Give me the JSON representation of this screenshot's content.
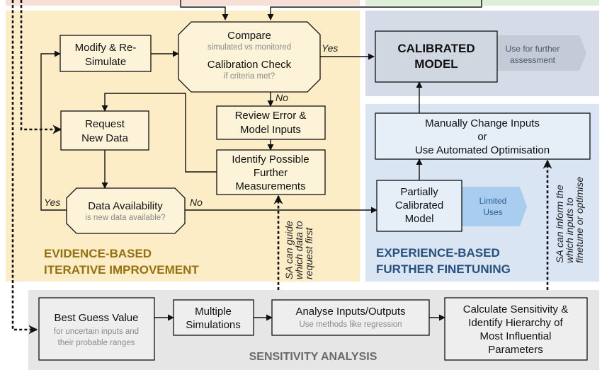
{
  "colors": {
    "evidence_region": "#fcedc6",
    "calibrated_region": "#d5dce7",
    "experience_region": "#d9e5f3",
    "sensitivity_region": "#e6e6e6",
    "box_yellow": "#fdf3d9",
    "box_blue": "#e6eef8",
    "box_gray": "#eeeeee",
    "calibrated_box": "#d1d7e1",
    "evidence_title": "#94700e",
    "experience_title": "#27507d",
    "sensitivity_title": "#6a6a6a",
    "chevron_gray": "#c4cbd6",
    "chevron_blue": "#a9cdee"
  },
  "regions": {
    "evidence": {
      "title_line1": "EVIDENCE-BASED",
      "title_line2": "ITERATIVE IMPROVEMENT"
    },
    "experience": {
      "title_line1": "EXPERIENCE-BASED",
      "title_line2": "FURTHER FINETUNING"
    },
    "sensitivity": {
      "title": "SENSITIVITY ANALYSIS"
    }
  },
  "nodes": {
    "compare": {
      "title": "Compare",
      "subtitle": "simulated vs monitored",
      "title2": "Calibration Check",
      "subtitle2": "if criteria met?"
    },
    "modify": {
      "line1": "Modify & Re-",
      "line2": "Simulate"
    },
    "request": {
      "line1": "Request",
      "line2": "New Data"
    },
    "review": {
      "line1": "Review Error &",
      "line2": "Model Inputs"
    },
    "identify": {
      "line1": "Identify Possible",
      "line2": "Further",
      "line3": "Measurements"
    },
    "availability": {
      "title": "Data Availability",
      "subtitle": "is new data available?"
    },
    "calibrated": {
      "line1": "CALIBRATED",
      "line2": "MODEL",
      "note_line1": "Use for further",
      "note_line2": "assessment"
    },
    "manual": {
      "line1": "Manually Change Inputs",
      "line2": "or",
      "line3": "Use Automated Optimisation"
    },
    "partial": {
      "line1": "Partially",
      "line2": "Calibrated",
      "line3": "Model",
      "note_line1": "Limited",
      "note_line2": "Uses"
    },
    "best_guess": {
      "title": "Best Guess Value",
      "subtitle_line1": "for uncertain inputs and",
      "subtitle_line2": "their probable ranges"
    },
    "multiple": {
      "line1": "Multiple",
      "line2": "Simulations"
    },
    "analyse": {
      "title": "Analyse Inputs/Outputs",
      "subtitle": "Use methods like regression"
    },
    "calculate": {
      "line1": "Calculate Sensitivity &",
      "line2": "Identify Hierarchy of",
      "line3": "Most Influential",
      "line4": "Parameters"
    }
  },
  "edge_labels": {
    "yes_calibrated": "Yes",
    "no_review": "No",
    "yes_request": "Yes",
    "no_partial": "No"
  },
  "annotations": {
    "sa_guide": {
      "line1": "SA can guide",
      "line2": "which data to",
      "line3": "request first"
    },
    "sa_inform": {
      "line1": "SA can inform the",
      "line2": "which inputs to",
      "line3": "finetune or optimise"
    }
  }
}
